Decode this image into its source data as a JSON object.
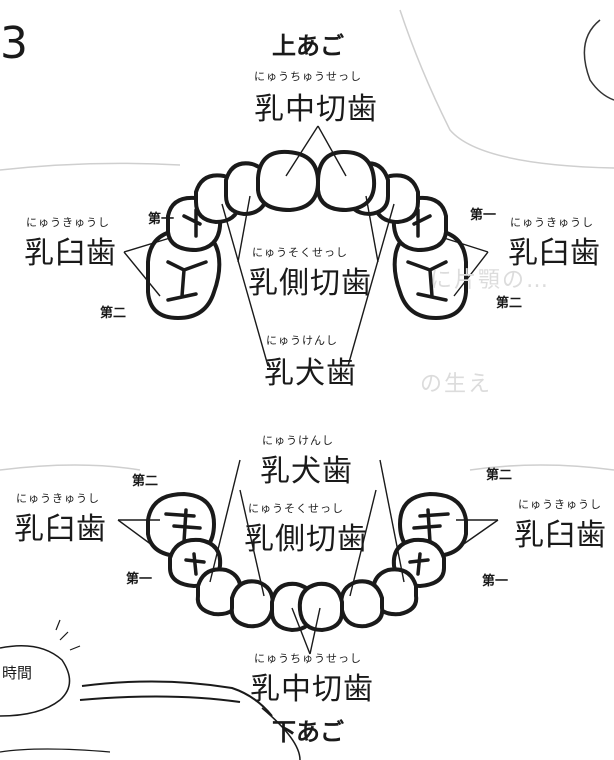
{
  "page_number": "3",
  "upper_jaw": {
    "title": "上あご",
    "central_incisor": {
      "ruby": "にゅうちゅうせっし",
      "name": "乳中切歯"
    },
    "lateral_incisor": {
      "ruby": "にゅうそくせっし",
      "name": "乳側切歯"
    },
    "canine": {
      "ruby": "にゅうけんし",
      "name": "乳犬歯"
    },
    "molar_left": {
      "ruby": "にゅうきゅうし",
      "name": "乳臼歯",
      "first": "第一",
      "second": "第二"
    },
    "molar_right": {
      "ruby": "にゅうきゅうし",
      "name": "乳臼歯",
      "first": "第一",
      "second": "第二"
    }
  },
  "lower_jaw": {
    "title": "下あご",
    "central_incisor": {
      "ruby": "にゅうちゅうせっし",
      "name": "乳中切歯"
    },
    "lateral_incisor": {
      "ruby": "にゅうそくせっし",
      "name": "乳側切歯"
    },
    "canine": {
      "ruby": "にゅうけんし",
      "name": "乳犬歯"
    },
    "molar_left": {
      "ruby": "にゅうきゅうし",
      "name": "乳臼歯",
      "first": "第一",
      "second": "第二"
    },
    "molar_right": {
      "ruby": "にゅうきゅうし",
      "name": "乳臼歯",
      "first": "第一",
      "second": "第二"
    }
  },
  "bubble_text": "時間",
  "colors": {
    "ink": "#1a1a1a",
    "paper": "#ffffff",
    "ghost": "#dcdcdc"
  }
}
